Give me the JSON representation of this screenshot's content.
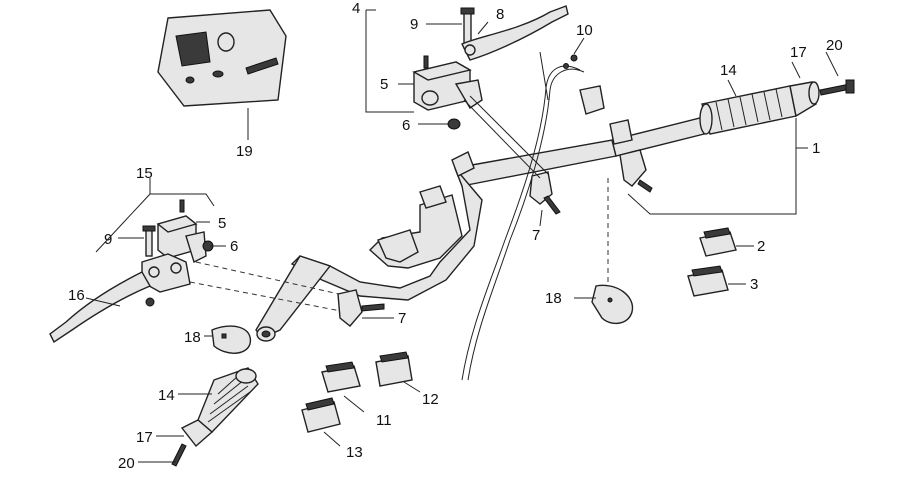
{
  "callouts": {
    "c1": "1",
    "c2": "2",
    "c3": "3",
    "c4": "4",
    "c5a": "5",
    "c5b": "5",
    "c6a": "6",
    "c6b": "6",
    "c7a": "7",
    "c7b": "7",
    "c8": "8",
    "c9a": "9",
    "c9b": "9",
    "c10": "10",
    "c11": "11",
    "c12": "12",
    "c13": "13",
    "c14a": "14",
    "c14b": "14",
    "c15": "15",
    "c16": "16",
    "c17a": "17",
    "c17b": "17",
    "c18a": "18",
    "c18b": "18",
    "c19": "19",
    "c20a": "20",
    "c20b": "20"
  }
}
